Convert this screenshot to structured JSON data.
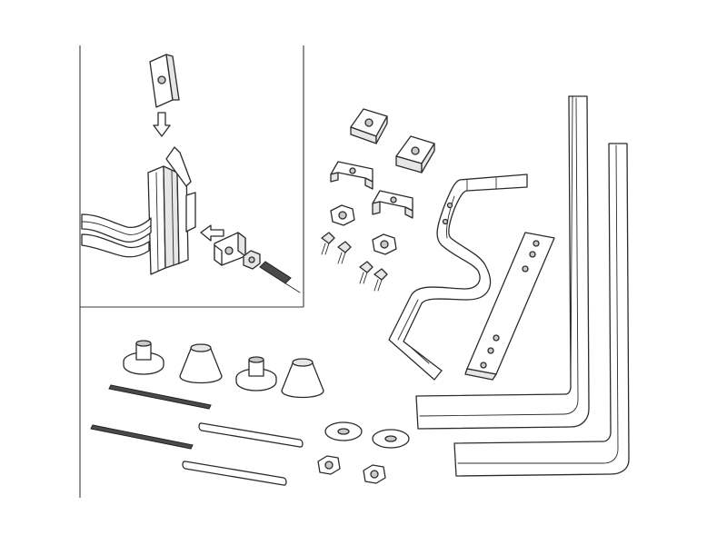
{
  "diagram": {
    "type": "exploded-parts-illustration",
    "inset": {
      "steps": [
        {
          "part": "channel-nut",
          "arrow": "down"
        },
        {
          "part": "bracket-with-bolt",
          "arrow": "left"
        }
      ]
    },
    "parts": [
      {
        "name": "channel-nut",
        "count": 2
      },
      {
        "name": "u-bracket",
        "count": 2
      },
      {
        "name": "hex-nut",
        "count": 4
      },
      {
        "name": "small-bolt",
        "count": 4
      },
      {
        "name": "pipe-clamp",
        "count": 1
      },
      {
        "name": "perforated-strap",
        "count": 1
      },
      {
        "name": "l-profile-bar",
        "count": 2
      },
      {
        "name": "rubber-cone-foot",
        "count": 2
      },
      {
        "name": "rubber-bushing",
        "count": 2
      },
      {
        "name": "threaded-rod",
        "count": 2
      },
      {
        "name": "spacer-tube",
        "count": 2
      },
      {
        "name": "washer",
        "count": 2
      },
      {
        "name": "large-hex-nut",
        "count": 2
      }
    ],
    "colors": {
      "ink": "#2b2b2b",
      "paper": "#ffffff",
      "shade": "#e6e6e6"
    }
  }
}
